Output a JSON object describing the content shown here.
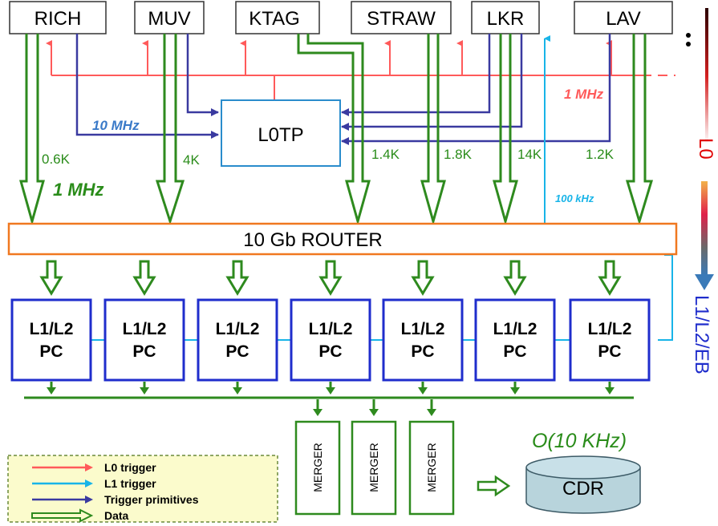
{
  "detectors": [
    "RICH",
    "MUV",
    "KTAG",
    "STRAW",
    "LKR",
    "LAV"
  ],
  "data_rates": [
    "0.6K",
    "4K",
    "1.4K",
    "1.8K",
    "14K",
    "1.2K"
  ],
  "l0_trigger_rate": "1 MHz",
  "primitives_rate": "10 MHz",
  "data_rate": "1 MHz",
  "l1_trigger_rate": "100 kHz",
  "l0tp": "L0TP",
  "router": "10 Gb ROUTER",
  "pc_line1": "L1/L2",
  "pc_line2": "PC",
  "merger": "MERGER",
  "output_rate": "O(10 KHz)",
  "cdr": "CDR",
  "levels": {
    "l0": "L0",
    "l1": "L1/L2/EB"
  },
  "legend": {
    "items": [
      {
        "label": "L0 trigger",
        "color": "#ff5a5a",
        "kind": "arrow"
      },
      {
        "label": "L1 trigger",
        "color": "#18b4e8",
        "kind": "arrow"
      },
      {
        "label": "Trigger primitives",
        "color": "#3a3aa0",
        "kind": "arrow"
      },
      {
        "label": "Data",
        "color": "#2e8a1e",
        "kind": "hollow"
      }
    ]
  },
  "colors": {
    "l0": "#ff5a5a",
    "l1": "#18b4e8",
    "primitives": "#3a3aa0",
    "data": "#2e8a1e",
    "router": "#f07820",
    "pc": "#1f2dcc",
    "rate": "#2a8c1a"
  }
}
